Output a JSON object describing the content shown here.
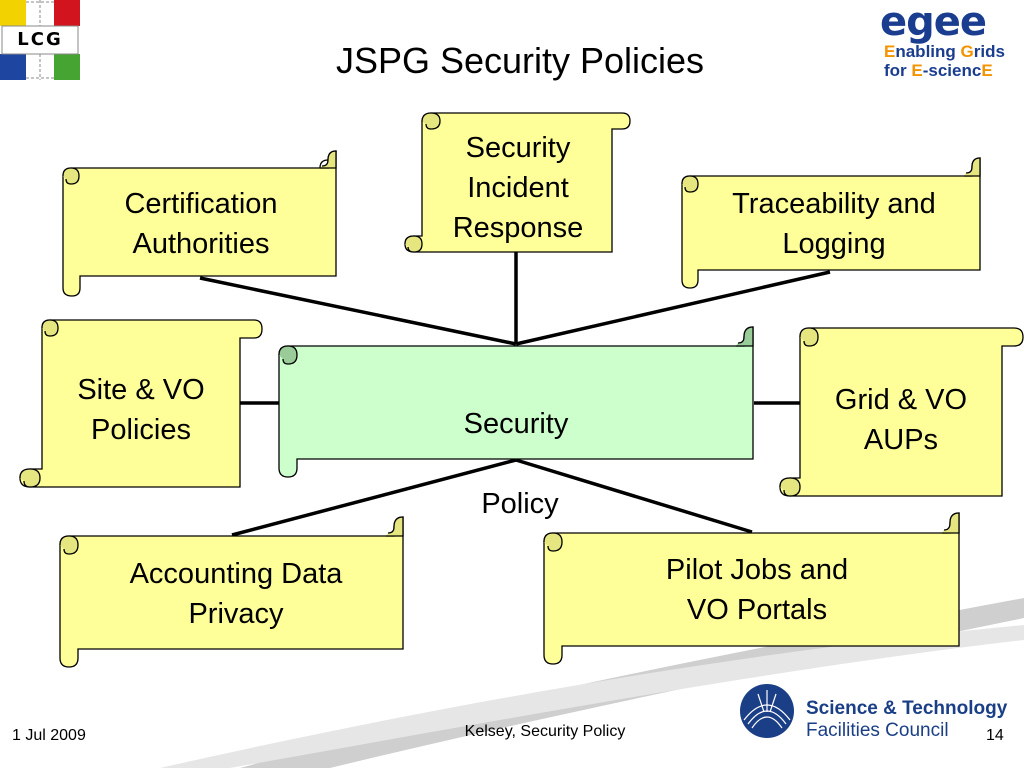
{
  "slide": {
    "title": "JSPG Security Policies",
    "footer_date": "1 Jul 2009",
    "footer_center": "Kelsey, Security Policy",
    "page_number": "14"
  },
  "logos": {
    "lcg_text": "LCG",
    "egee_word": "egee",
    "egee_tagline_1_a": "E",
    "egee_tagline_1_b": "nabling ",
    "egee_tagline_1_c": "G",
    "egee_tagline_1_d": "rids",
    "egee_tagline_2_a": "for ",
    "egee_tagline_2_b": "E",
    "egee_tagline_2_c": "-scienc",
    "egee_tagline_2_d": "E",
    "stfc_line1": "Science & Technology",
    "stfc_line2": "Facilities Council"
  },
  "diagram": {
    "center": {
      "label_1": "Security",
      "label_2": "Policy"
    },
    "nodes": {
      "certification": "Certification\nAuthorities",
      "incident": "Security\nIncident\nResponse",
      "traceability": "Traceability and\nLogging",
      "site_vo": "Site & VO\nPolicies",
      "grid_vo": "Grid & VO\nAUPs",
      "accounting": "Accounting Data\nPrivacy",
      "pilot": "Pilot Jobs and\nVO Portals"
    }
  },
  "colors": {
    "scroll_fill": "#ffff99",
    "center_fill": "#ccffcc",
    "swoosh": "#c8c8c8",
    "egee_blue": "#1a3d8f",
    "egee_orange": "#f29400",
    "stfc_blue": "#1a3f86"
  }
}
